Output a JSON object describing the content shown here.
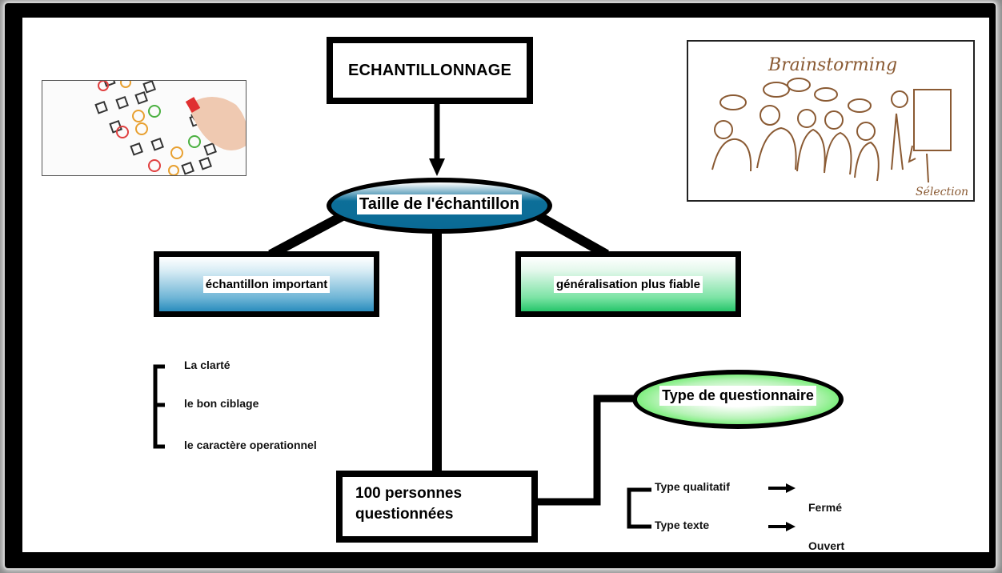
{
  "diagram": {
    "title": "ECHANTILLONNAGE",
    "center_node": "Taille de l'échantillon",
    "left_node": "échantillon important",
    "right_node": "généralisation plus fiable",
    "bottom_node_line1": "100 personnes",
    "bottom_node_line2": "questionnées",
    "questionnaire_node": "Type de questionnaire",
    "criteria": [
      "La clarté",
      "le bon ciblage",
      "le caractère operationnel"
    ],
    "types": [
      "Type qualitatif",
      "Type texte"
    ],
    "type_results": [
      "Fermé",
      "Ouvert"
    ],
    "brainstorm_title": "Brainstorming",
    "brainstorm_caption": "Sélection"
  },
  "colors": {
    "frame": "#000000",
    "blue_node": "#0a6a95",
    "green_node": "#19e619",
    "sketch_brown": "#8a5a33"
  },
  "icons": {
    "survey_image": "survey-checklist-smileys",
    "brainstorm_image": "brainstorming-sketch"
  }
}
